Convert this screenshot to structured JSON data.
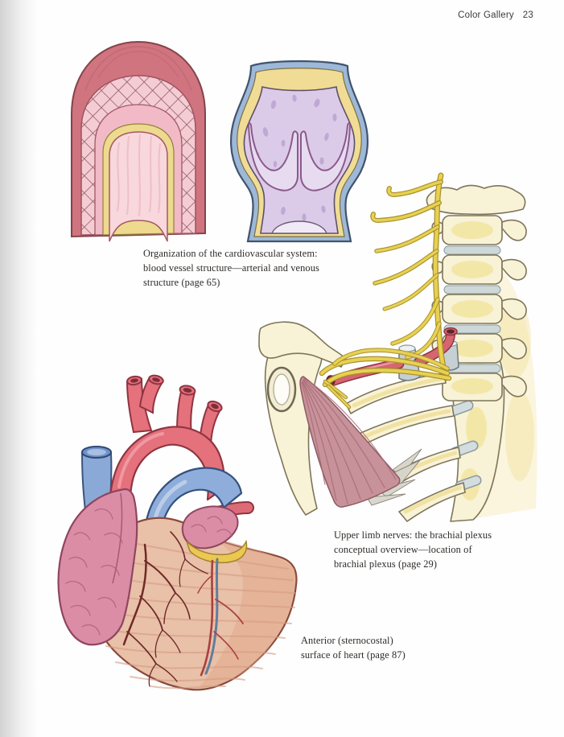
{
  "header": {
    "gallery_label": "Color Gallery",
    "page_number": "23"
  },
  "figures": [
    {
      "name": "arterial-and-venous-blood-vessel-structure",
      "caption": "Organization of the cardiovascular system: blood vessel structure—arterial and venous structure (page 65)",
      "caption_lines": [
        "Organization of the cardiovascular system:",
        "blood vessel structure—arterial and venous",
        "structure (page 65)"
      ]
    },
    {
      "name": "brachial-plexus-location",
      "caption": "Upper limb nerves: the brachial plexus conceptual overview—location of brachial plexus (page 29)",
      "caption_lines": [
        "Upper limb nerves: the brachial plexus",
        "conceptual overview—location of",
        "brachial plexus (page 29)"
      ]
    },
    {
      "name": "anterior-sternocostal-surface-of-heart",
      "caption": "Anterior (sternocostal) surface of heart (page 87)",
      "caption_lines": [
        "Anterior (sternocostal)",
        "surface of heart (page 87)"
      ]
    }
  ],
  "palette": {
    "artery_wall_red": "#d0747f",
    "artery_lining_pink": "#f8d7dd",
    "elastic_lamina_yellow": "#eeda8e",
    "vein_wall_blue": "#9db8d8",
    "vein_interior_lavender": "#dccbe8",
    "bone_cream": "#f8f2d6",
    "nerve_yellow": "#e8d052",
    "subclavian_artery_red": "#d56570",
    "muscle_mauve": "#c8929b",
    "myocardium_tan": "#e9c0a8",
    "auricle_pink": "#db8da6",
    "great_vessel_blue": "#8fadda",
    "fat_pad_yellow": "#ecc852"
  }
}
